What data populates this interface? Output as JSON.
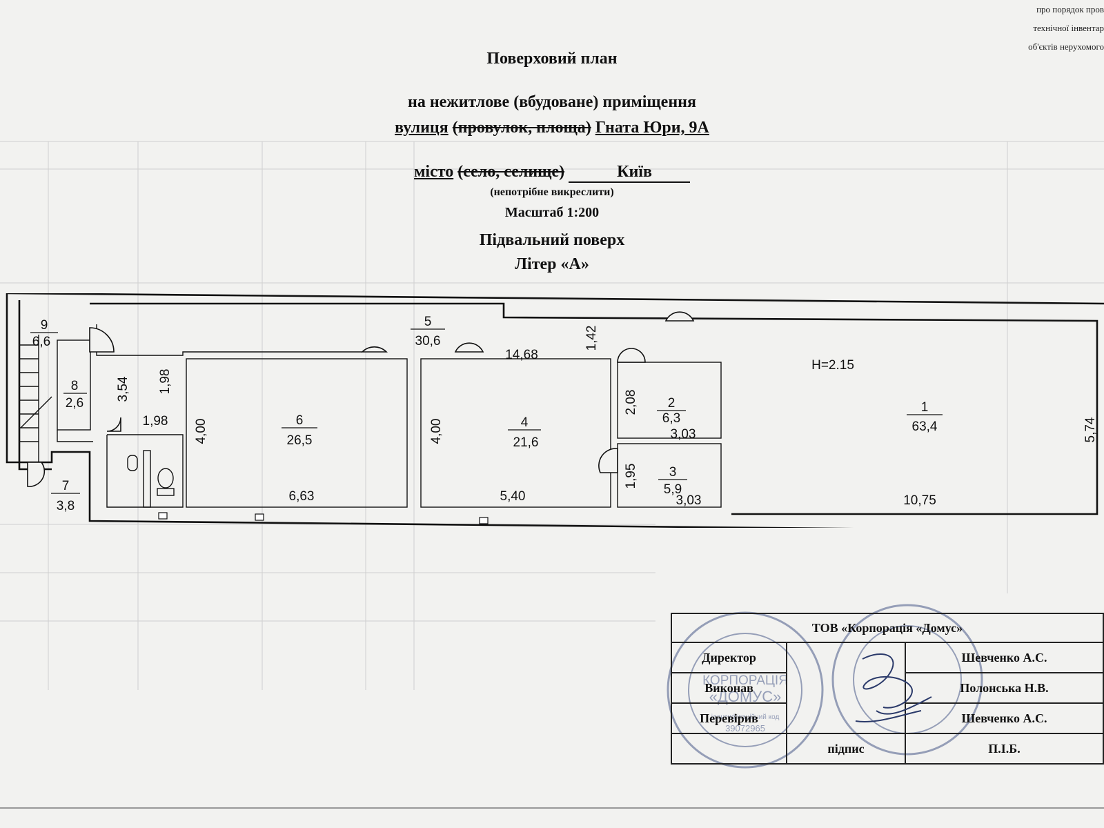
{
  "header_note": {
    "line1": "про порядок пров",
    "line2": "технічної інвентар",
    "line3": "об'єктів нерухомого"
  },
  "title": {
    "main": "Поверховий план",
    "subtitle": "на нежитлове (вбудоване) приміщення",
    "street_word": "вулиця",
    "street_struck": "(провулок, площа)",
    "street_name": "Гната Юри, 9А",
    "city_word": "місто",
    "city_struck": "(село, селище)",
    "city_name": "Київ",
    "note": "(непотрібне викреслити)",
    "scale": "Масштаб 1:200",
    "floor": "Підвальний поверх",
    "letter": "Літер «А»"
  },
  "plan": {
    "rooms": [
      {
        "num": "1",
        "area": "63,4"
      },
      {
        "num": "2",
        "area": "6,3"
      },
      {
        "num": "3",
        "area": "5,9"
      },
      {
        "num": "4",
        "area": "21,6"
      },
      {
        "num": "5",
        "area": "30,6"
      },
      {
        "num": "6",
        "area": "26,5"
      },
      {
        "num": "7",
        "area": "3,8"
      },
      {
        "num": "8",
        "area": "2,6"
      },
      {
        "num": "9",
        "area": "6,6"
      }
    ],
    "height": "H=2.15",
    "dims": {
      "r1_width": "10,75",
      "r1_depth": "5,74",
      "r2_depth": "2,08",
      "r2_width": "3,03",
      "r3_depth": "1,95",
      "r3_width": "3,03",
      "r4_depth": "4,00",
      "r4_width": "5,40",
      "r5_length": "14,68",
      "r5_width": "1,42",
      "r6_depth": "4,00",
      "r6_width": "6,63",
      "stair_a": "3,54",
      "stair_b": "1,98",
      "stair_c": "1,98"
    }
  },
  "titleblock": {
    "org": "ТОВ «Корпорація «Домус»",
    "rows": [
      {
        "role": "Директор",
        "name": "Шевченко А.С."
      },
      {
        "role": "Виконав",
        "name": "Полонська Н.В."
      },
      {
        "role": "Перевірив",
        "name": "Шевченко А.С."
      }
    ],
    "sign_label": "підпис",
    "name_label": "П.І.Б."
  },
  "stamp": {
    "line1": "КОРПОРАЦІЯ",
    "line2": "«ДОМУС»",
    "line3": "ідентифікаційний код",
    "code": "39072965"
  }
}
